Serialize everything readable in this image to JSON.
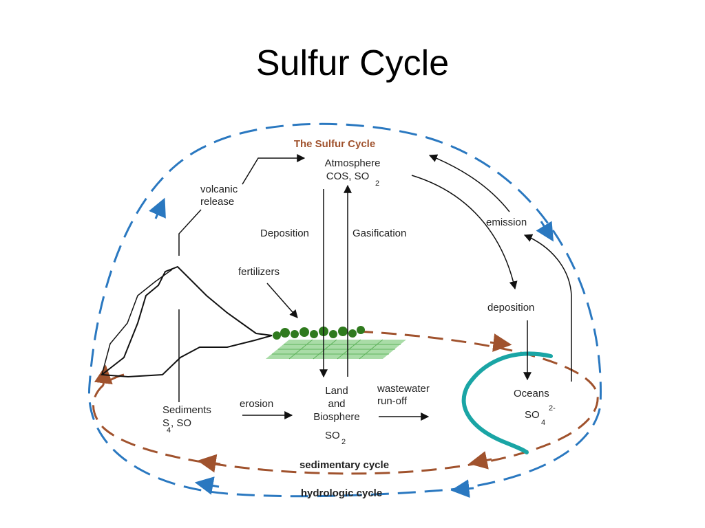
{
  "slide": {
    "title": "Sulfur Cycle"
  },
  "diagram": {
    "title": "The Sulfur Cycle",
    "atmosphere": {
      "name": "Atmosphere",
      "formula": "COS, SO",
      "sub": "2"
    },
    "volcanic": {
      "line1": "volcanic",
      "line2": "release"
    },
    "deposition_up": "Deposition",
    "gasification": "Gasification",
    "fertilizers": "fertilizers",
    "emission": "emission",
    "deposition_right": "deposition",
    "sediments": {
      "name": "Sediments",
      "formula_a": "S",
      "formula_b": ", SO",
      "sub": "4"
    },
    "erosion": "erosion",
    "land": {
      "line1": "Land",
      "line2": "and",
      "line3": "Biosphere",
      "formula": "SO",
      "sub": "2"
    },
    "wastewater": {
      "line1": "wastewater",
      "line2": "run-off"
    },
    "oceans": {
      "name": "Oceans",
      "formula": "SO",
      "sub": "4",
      "sup": "2-"
    },
    "sedimentary_cycle": "sedimentary cycle",
    "hydrologic_cycle": "hydrologic cycle",
    "colors": {
      "hydrologic": "#2a78c0",
      "sedimentary": "#a0522d",
      "ocean": "#1aa5a5",
      "trees": "#2f7a1e",
      "field": "#7cc47a"
    }
  }
}
